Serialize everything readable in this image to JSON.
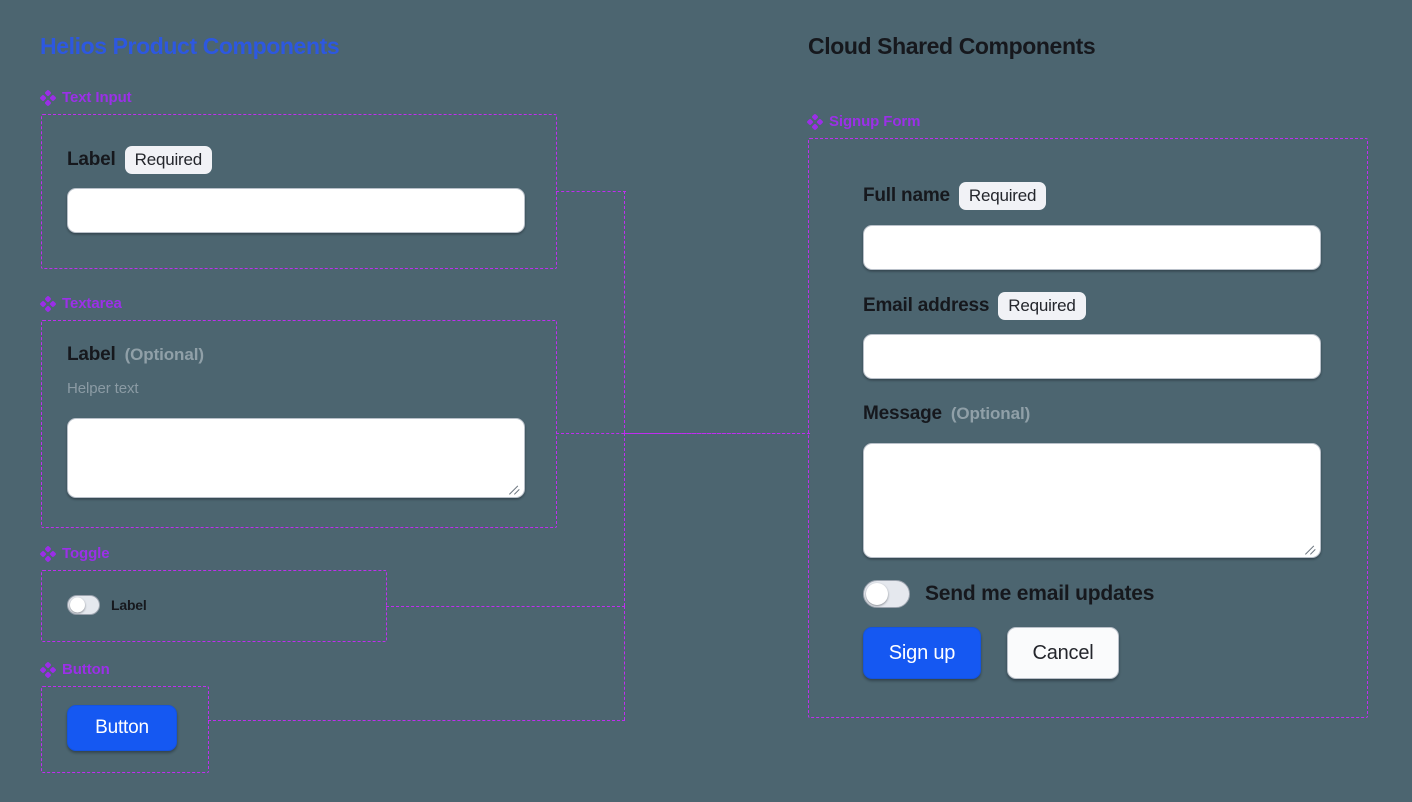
{
  "columns": {
    "left_title": "Helios Product Components",
    "right_title": "Cloud Shared Components"
  },
  "left_sections": {
    "text_input": {
      "label": "Text Input",
      "icon": "diamond-icon",
      "field_label": "Label",
      "badge": "Required",
      "input_value": "",
      "input_placeholder": ""
    },
    "textarea": {
      "label": "Textarea",
      "icon": "diamond-icon",
      "field_label": "Label",
      "optional": "(Optional)",
      "helper": "Helper text",
      "value": "",
      "placeholder": ""
    },
    "toggle": {
      "label": "Toggle",
      "icon": "diamond-icon",
      "switch_label": "Label",
      "state": "off"
    },
    "button": {
      "label": "Button",
      "icon": "diamond-icon",
      "button_label": "Button"
    }
  },
  "right_sections": {
    "signup_form": {
      "label": "Signup Form",
      "icon": "diamond-icon",
      "fields": {
        "full_name": {
          "label": "Full name",
          "badge": "Required",
          "value": "",
          "placeholder": ""
        },
        "email": {
          "label": "Email address",
          "badge": "Required",
          "value": "",
          "placeholder": ""
        },
        "message": {
          "label": "Message",
          "optional": "(Optional)",
          "value": "",
          "placeholder": ""
        }
      },
      "subscribe_toggle": {
        "label": "Send me email updates",
        "state": "off"
      },
      "submit_label": "Sign up",
      "cancel_label": "Cancel"
    }
  },
  "colors": {
    "background": "#4c6570",
    "helios_title": "#2d58e0",
    "cloud_title": "#16181d",
    "section_label": "#9b30e8",
    "frame_dashed": "#c02df0",
    "primary_button": "#1558f2",
    "badge_bg": "#f1f2f6",
    "muted_text": "#8b9ba4"
  }
}
